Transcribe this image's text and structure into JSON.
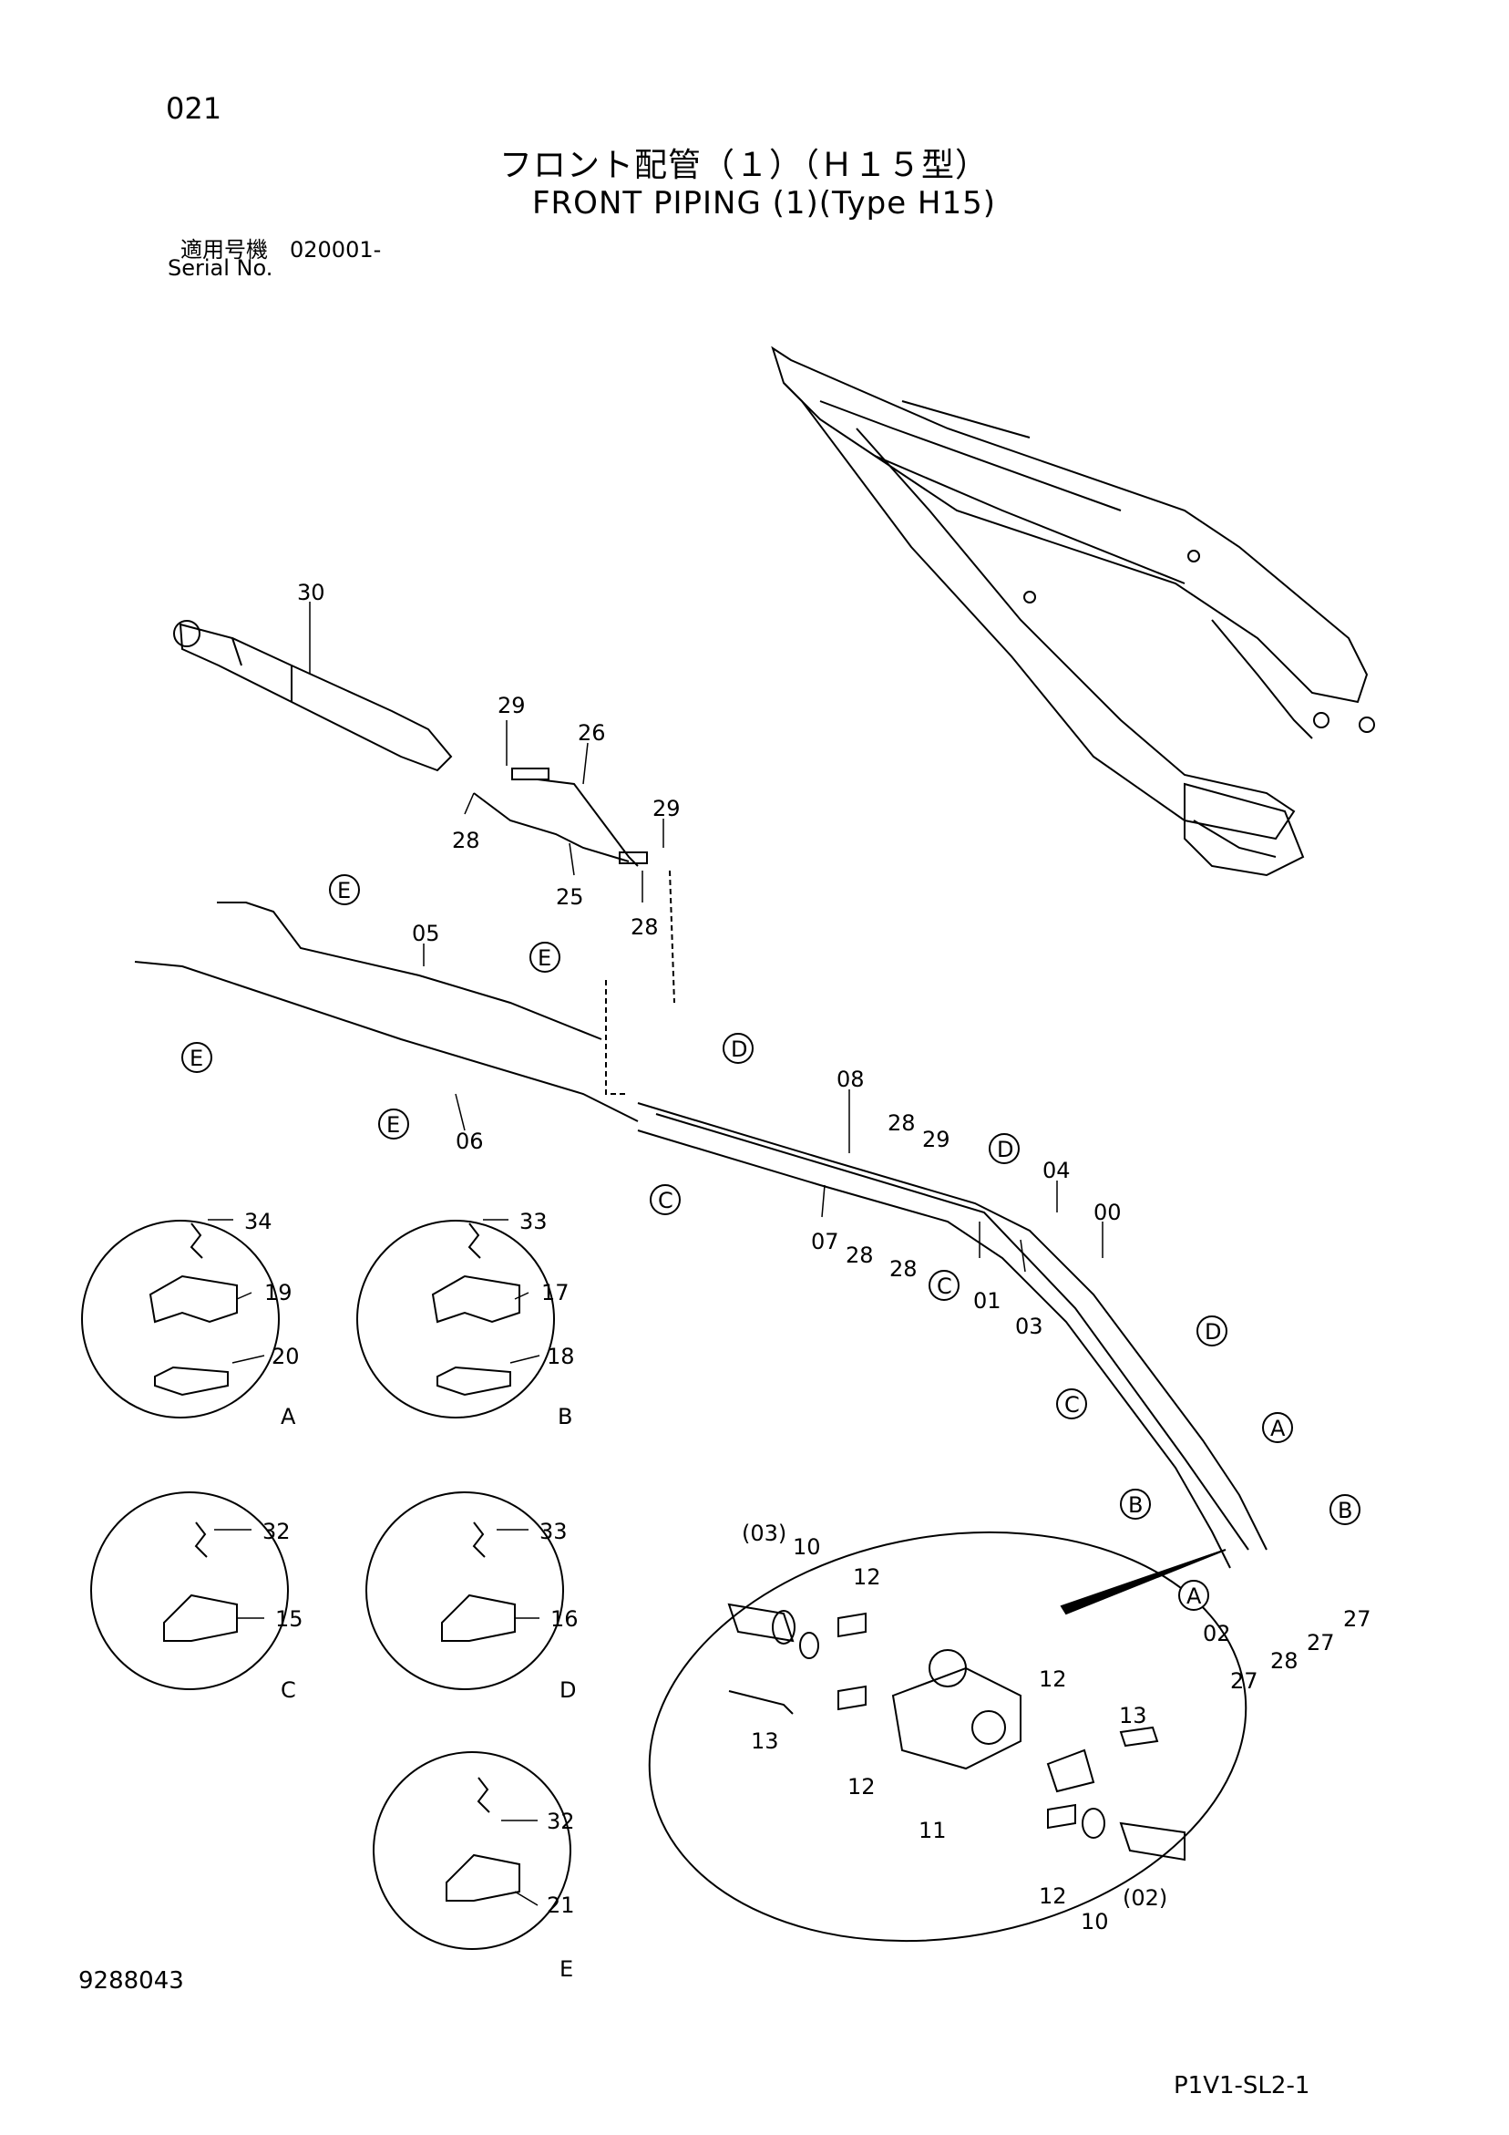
{
  "header": {
    "page_number": "021",
    "title_jp": "フロント配管（１）（Ｈ１５型）",
    "title_en": "FRONT PIPING (1)(Type H15)",
    "serial_jp": "適用号機　020001-",
    "serial_label": "Serial No."
  },
  "footer": {
    "doc_code": "9288043",
    "sheet_code": "P1V1-SL2-1"
  },
  "callouts": {
    "p00": "00",
    "p01": "01",
    "p02": "02",
    "p03": "03",
    "p04": "04",
    "p05": "05",
    "p06": "06",
    "p07": "07",
    "p08": "08",
    "p10": "10",
    "p11": "11",
    "p12": "12",
    "p13": "13",
    "p15": "15",
    "p16": "16",
    "p17": "17",
    "p18": "18",
    "p19": "19",
    "p20": "20",
    "p21": "21",
    "p25": "25",
    "p26": "26",
    "p27": "27",
    "p28": "28",
    "p29": "29",
    "p30": "30",
    "p32": "32",
    "p33": "33",
    "p34": "34",
    "p03_paren": "(03)",
    "p02_paren": "(02)"
  },
  "detail_letters": {
    "A": "A",
    "B": "B",
    "C": "C",
    "D": "D",
    "E": "E"
  }
}
